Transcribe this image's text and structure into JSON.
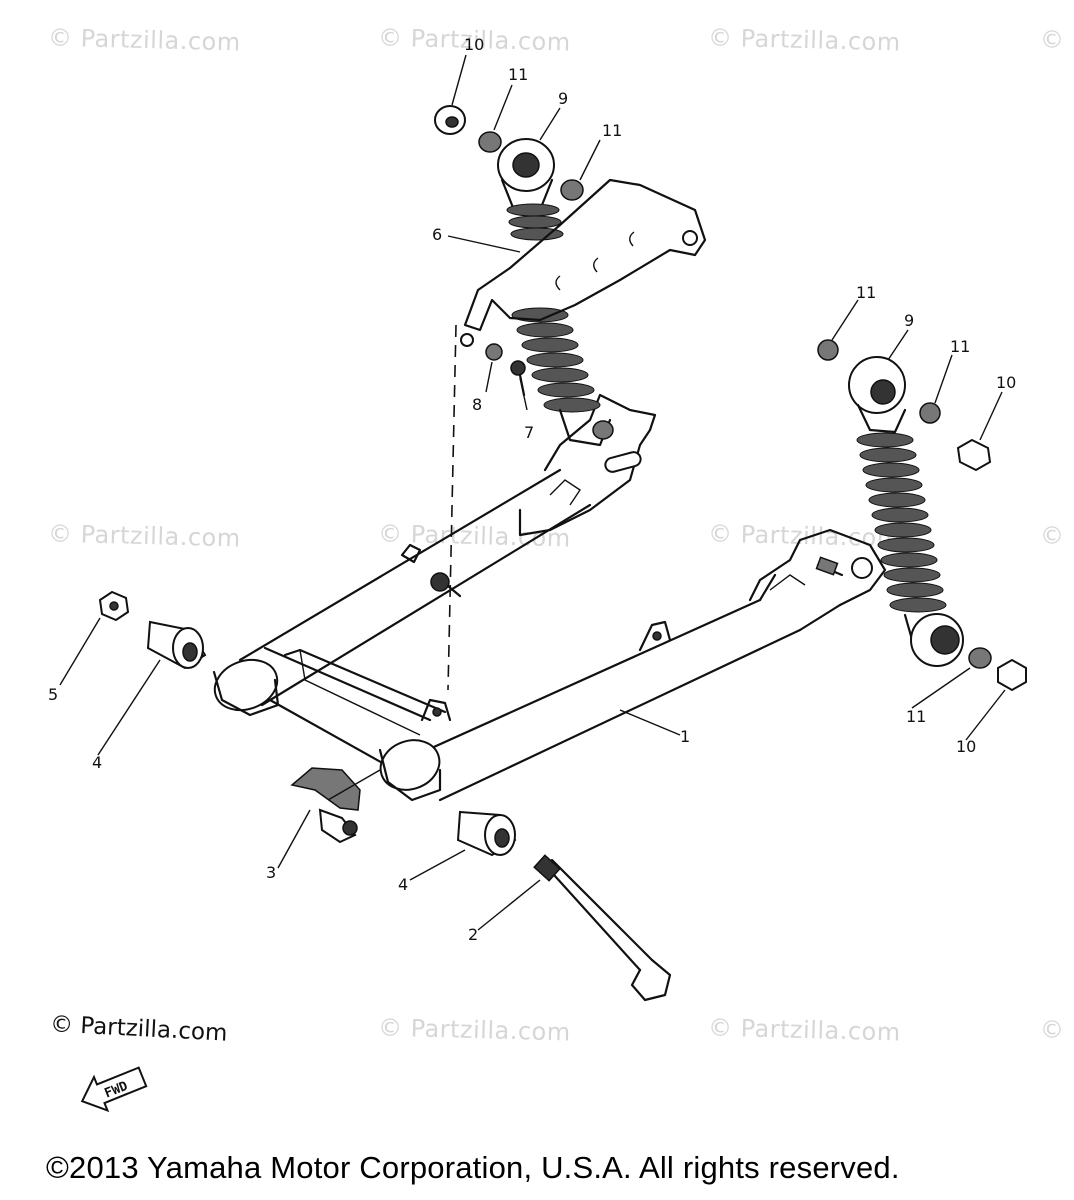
{
  "watermarks": [
    "© Partzilla.com",
    "© Partzilla.com",
    "© Partzilla.com",
    "© P",
    "© Partzilla.com",
    "© Partzilla.com",
    "© Partzilla.com",
    "© P",
    "© Partzilla.com",
    "© Partzilla.com",
    "© P"
  ],
  "corner_watermark": "© Partzilla.com",
  "copyright": "©2013  Yamaha Motor Corporation, U.S.A. All rights reserved.",
  "fwd_label": "FWD",
  "callouts": {
    "c1": "1",
    "c2": "2",
    "c3": "3",
    "c4a": "4",
    "c4b": "4",
    "c5": "5",
    "c6": "6",
    "c7": "7",
    "c8": "8",
    "c9a": "9",
    "c9b": "9",
    "c10a": "10",
    "c10b": "10",
    "c10c": "10",
    "c11a": "11",
    "c11b": "11",
    "c11c": "11",
    "c11d": "11",
    "c11e": "11"
  }
}
